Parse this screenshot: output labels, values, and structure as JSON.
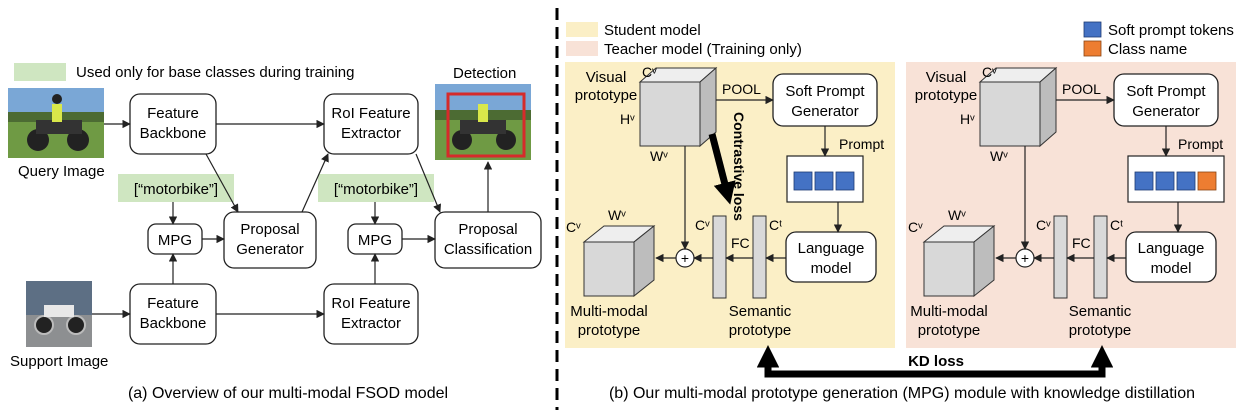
{
  "panel_a": {
    "legend_label": "Used only for base classes during training",
    "colors": {
      "legend_green": "#cfe6c1",
      "box_stroke": "#222222",
      "detection_box": "#d62b2b"
    },
    "query_label": "Query Image",
    "support_label": "Support Image",
    "detection_label": "Detection",
    "feature_backbone_top": [
      "Feature",
      "Backbone"
    ],
    "feature_backbone_bottom": [
      "Feature",
      "Backbone"
    ],
    "roi_top": [
      "RoI Feature",
      "Extractor"
    ],
    "roi_bottom": [
      "RoI Feature",
      "Extractor"
    ],
    "proposal_generator": [
      "Proposal",
      "Generator"
    ],
    "proposal_classification": [
      "Proposal",
      "Classification"
    ],
    "mpg_left": "MPG",
    "mpg_right": "MPG",
    "class_text_left": "[“motorbike”]",
    "class_text_right": "[“motorbike”]",
    "caption": "(a) Overview of our multi-modal FSOD model"
  },
  "panel_b": {
    "colors": {
      "student_bg": "#fbefc6",
      "teacher_bg": "#f8e2d7",
      "soft_token": "#4472c4",
      "class_name": "#ed7d31",
      "cube_front": "#d8d8d8",
      "cube_top": "#eeeeee",
      "cube_side": "#bdbdbd"
    },
    "legend_student": "Student model",
    "legend_teacher": "Teacher model (Training only)",
    "legend_soft_prompt": "Soft prompt tokens",
    "legend_class_name": "Class name",
    "student": {
      "visual_prototype": [
        "Visual",
        "prototype"
      ],
      "cv": "Cᵛ",
      "hv": "Hᵛ",
      "wv": "Wᵛ",
      "pool": "POOL",
      "soft_prompt_generator": [
        "Soft Prompt",
        "Generator"
      ],
      "prompt": "Prompt",
      "language_model": [
        "Language",
        "model"
      ],
      "contrastive_loss": "Contrastive loss",
      "cv2": "Cᵛ",
      "ct": "Cᵗ",
      "fc": "FC",
      "wv2": "Wᵛ",
      "cv3": "Cᵛ",
      "plus": "+",
      "multimodal_prototype": [
        "Multi-modal",
        "prototype"
      ],
      "semantic_prototype": [
        "Semantic",
        "prototype"
      ]
    },
    "teacher": {
      "visual_prototype": [
        "Visual",
        "prototype"
      ],
      "cv": "Cᵛ",
      "hv": "Hᵛ",
      "wv": "Wᵛ",
      "pool": "POOL",
      "soft_prompt_generator": [
        "Soft Prompt",
        "Generator"
      ],
      "prompt": "Prompt",
      "language_model": [
        "Language",
        "model"
      ],
      "cv2": "Cᵛ",
      "ct": "Cᵗ",
      "fc": "FC",
      "wv2": "Wᵛ",
      "cv3": "Cᵛ",
      "plus": "+",
      "multimodal_prototype": [
        "Multi-modal",
        "prototype"
      ],
      "semantic_prototype": [
        "Semantic",
        "prototype"
      ]
    },
    "kd_loss": "KD loss",
    "caption": "(b) Our multi-modal prototype generation (MPG) module with knowledge distillation"
  }
}
